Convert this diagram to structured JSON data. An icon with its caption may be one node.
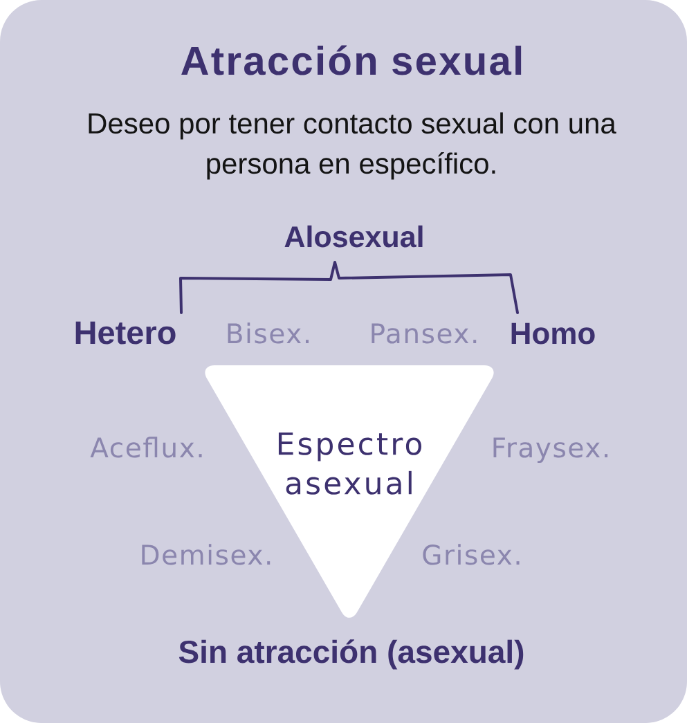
{
  "diagram": {
    "title": "Atracción sexual",
    "nodes": [
      {
        "text": [
          "Espectro asexual"
        ]
      }
    ],
    "labels": [
      "Deseo por tener contacto sexual con una persona en específico.",
      "Alosexual",
      "Hetero",
      "Bisex.",
      "Pansex.",
      "Homo",
      "Aceflux.",
      "Fraysex.",
      "Demisex.",
      "Grisex.",
      "Sin atracción (asexual)"
    ]
  }
}
